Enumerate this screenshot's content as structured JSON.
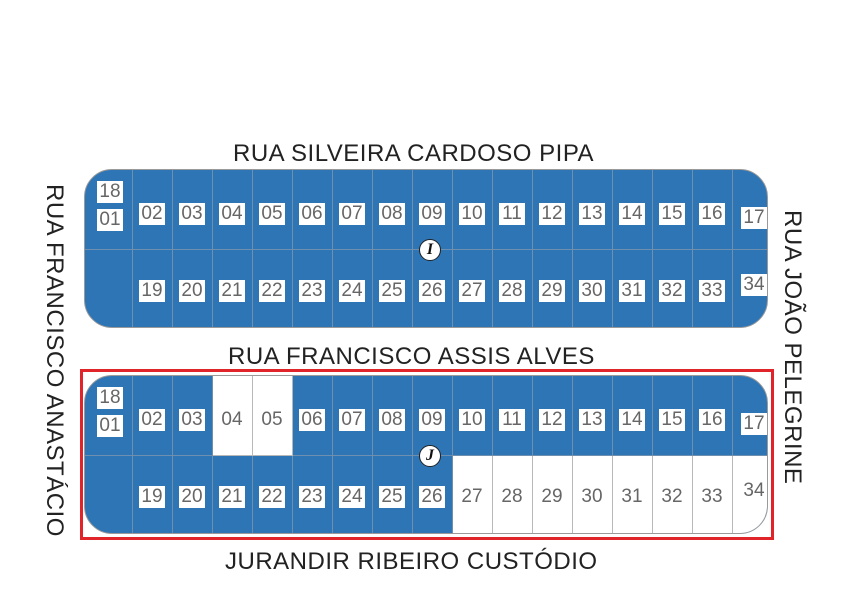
{
  "streets": {
    "top": "RUA SILVEIRA CARDOSO PIPA",
    "middle": "RUA FRANCISCO ASSIS ALVES",
    "bottom": "JURANDIR  RIBEIRO  CUSTÓDIO",
    "left": "RUA FRANCISCO ANASTÁCIO",
    "right": "RUA JOÃO PELEGRINE"
  },
  "blocks": [
    {
      "id": "I",
      "highlighted": false,
      "lots": [
        "01",
        "02",
        "03",
        "04",
        "05",
        "06",
        "07",
        "08",
        "09",
        "10",
        "11",
        "12",
        "13",
        "14",
        "15",
        "16",
        "17",
        "18",
        "19",
        "20",
        "21",
        "22",
        "23",
        "24",
        "25",
        "26",
        "27",
        "28",
        "29",
        "30",
        "31",
        "32",
        "33",
        "34"
      ],
      "unavailable": []
    },
    {
      "id": "J",
      "highlighted": true,
      "lots": [
        "01",
        "02",
        "03",
        "04",
        "05",
        "06",
        "07",
        "08",
        "09",
        "10",
        "11",
        "12",
        "13",
        "14",
        "15",
        "16",
        "17",
        "18",
        "19",
        "20",
        "21",
        "22",
        "23",
        "24",
        "25",
        "26",
        "27",
        "28",
        "29",
        "30",
        "31",
        "32",
        "33",
        "34"
      ],
      "unavailable": [
        "04",
        "05",
        "27",
        "28",
        "29",
        "30",
        "31",
        "32",
        "33",
        "34"
      ]
    }
  ],
  "colors": {
    "lot_fill": "#2e75b6",
    "unavailable_fill": "#ffffff",
    "highlight_border": "#e0242a"
  }
}
